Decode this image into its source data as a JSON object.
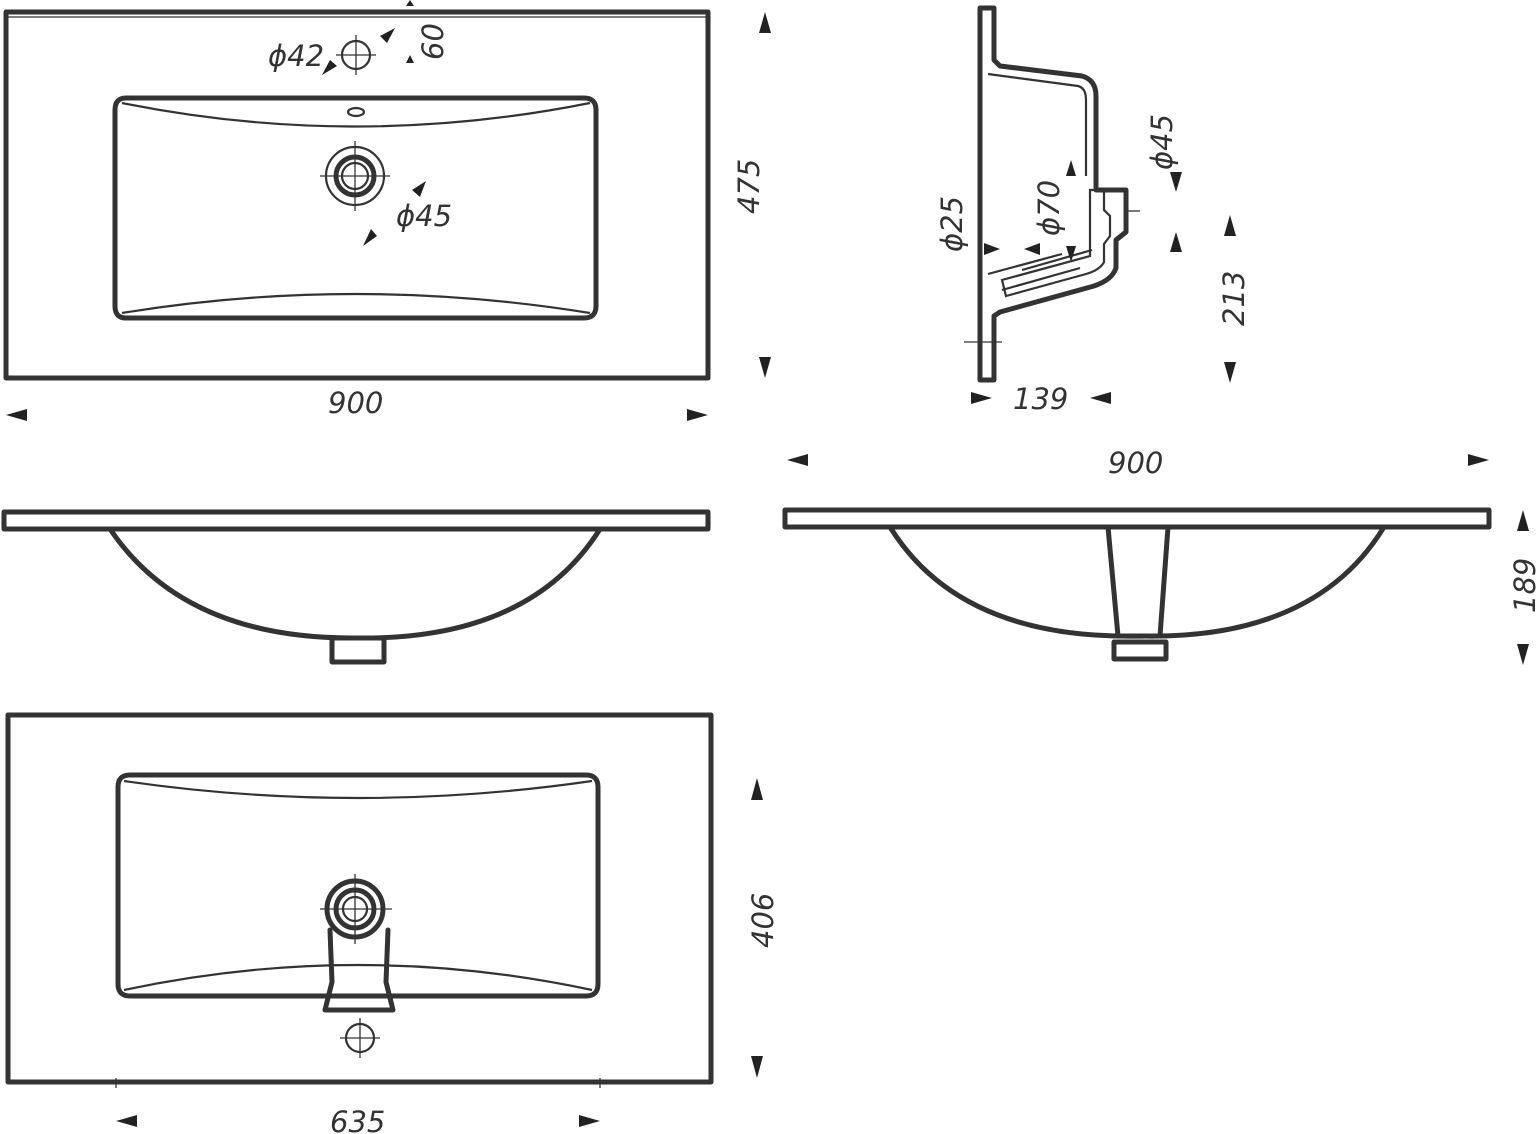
{
  "colors": {
    "line": "#333333",
    "background": "#ffffff",
    "arrow": "#222222"
  },
  "top_view": {
    "width_label": "900",
    "depth_label": "475",
    "tap_hole_label": "ϕ42",
    "tap_offset_label": "60",
    "drain_label": "ϕ45"
  },
  "side_view": {
    "overflow_label": "ϕ25",
    "drain_label": "ϕ70",
    "outlet_label": "ϕ45",
    "height_label": "213",
    "depth_label": "139"
  },
  "front_view": {
    "width_label": "900",
    "height_label": "189"
  },
  "underside_view": {
    "depth_label": "406",
    "width_label": "635"
  }
}
